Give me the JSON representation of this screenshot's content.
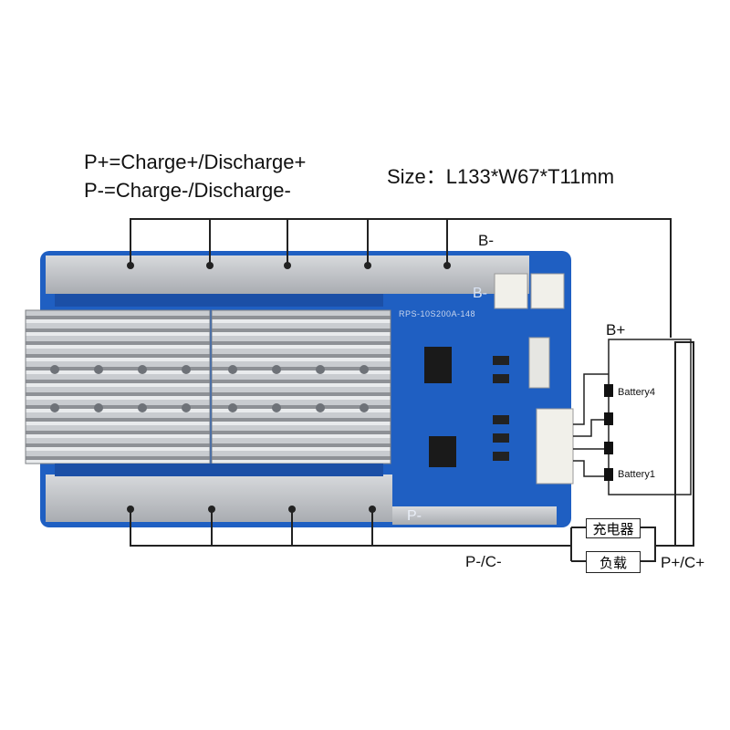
{
  "legend": {
    "p_plus": "P+=Charge+/Discharge+",
    "p_minus": "P-=Charge-/Discharge-",
    "size": "Size：L133*W67*T11mm"
  },
  "board": {
    "model": "RPS-10S200A-148",
    "pad_b_minus": "B-",
    "pad_p_minus": "P-",
    "color_pcb": "#1f5fc2",
    "color_heatsink": "#b9bcc0"
  },
  "wiring": {
    "b_minus": "B-",
    "b_plus": "B+",
    "p_minus_c_minus": "P-/C-",
    "p_plus_c_plus": "P+/C+"
  },
  "battery": {
    "top_cell": "Battery4",
    "bottom_cell": "Battery1"
  },
  "loads": {
    "charger": "充电器",
    "load": "负载"
  }
}
